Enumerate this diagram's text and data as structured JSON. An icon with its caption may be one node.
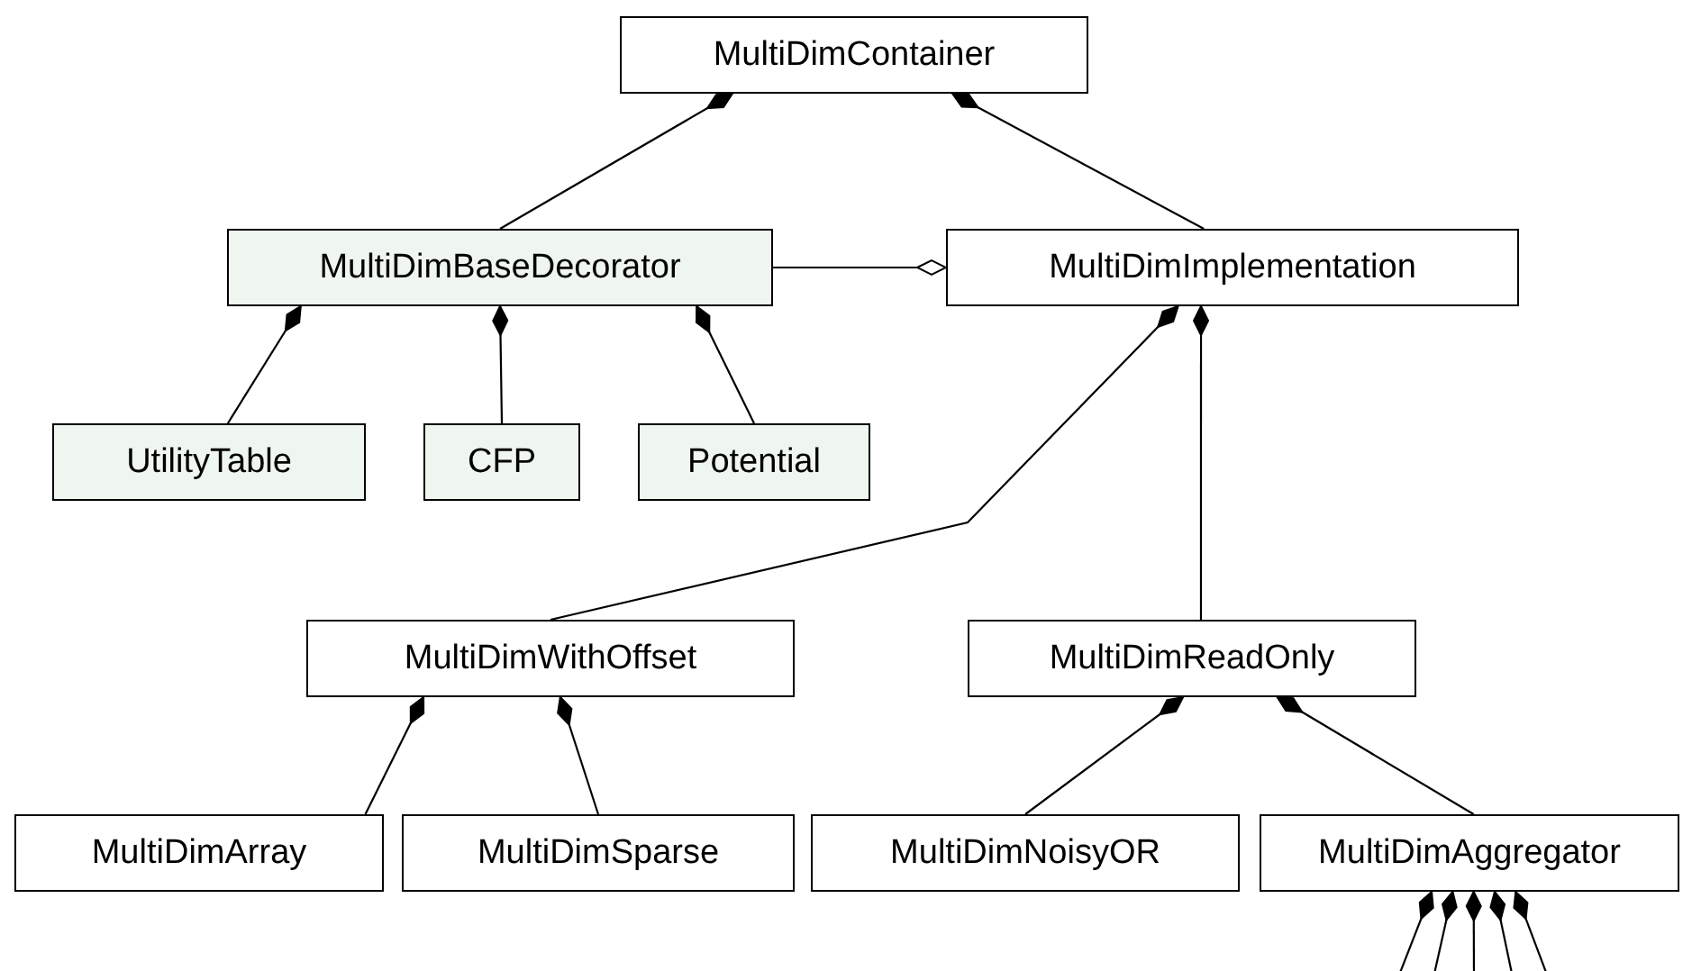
{
  "diagram": {
    "nodes": [
      {
        "text": [
          "MultiDimContainer"
        ]
      },
      {
        "text": [
          "MultiDimBaseDecorator"
        ]
      },
      {
        "text": [
          "MultiDimImplementation"
        ]
      },
      {
        "text": [
          "UtilityTable"
        ]
      },
      {
        "text": [
          "CFP"
        ]
      },
      {
        "text": [
          "Potential"
        ]
      },
      {
        "text": [
          "MultiDimWithOffset"
        ]
      },
      {
        "text": [
          "MultiDimReadOnly"
        ]
      },
      {
        "text": [
          "MultiDimArray"
        ]
      },
      {
        "text": [
          "MultiDimSparse"
        ]
      },
      {
        "text": [
          "MultiDimNoisyOR"
        ]
      },
      {
        "text": [
          "MultiDimAggregator"
        ]
      }
    ],
    "edges": [
      {
        "from": 1,
        "to": 0,
        "arrow": "other"
      },
      {
        "from": 2,
        "to": 0,
        "arrow": "other"
      },
      {
        "from": 1,
        "to": 2,
        "arrow": "other"
      },
      {
        "from": 3,
        "to": 1,
        "arrow": "other"
      },
      {
        "from": 4,
        "to": 1,
        "arrow": "other"
      },
      {
        "from": 5,
        "to": 1,
        "arrow": "other"
      },
      {
        "from": 6,
        "to": 2,
        "arrow": "other"
      },
      {
        "from": 7,
        "to": 2,
        "arrow": "other"
      },
      {
        "from": 8,
        "to": 6,
        "arrow": "other"
      },
      {
        "from": 9,
        "to": 6,
        "arrow": "other"
      },
      {
        "from": 10,
        "to": 7,
        "arrow": "other"
      },
      {
        "from": 11,
        "to": 7,
        "arrow": "other"
      },
      {
        "from": null,
        "to": 11,
        "arrow": "other"
      },
      {
        "from": null,
        "to": 11,
        "arrow": "other"
      },
      {
        "from": null,
        "to": 11,
        "arrow": "other"
      },
      {
        "from": null,
        "to": 11,
        "arrow": "other"
      },
      {
        "from": null,
        "to": 11,
        "arrow": "other"
      }
    ]
  }
}
